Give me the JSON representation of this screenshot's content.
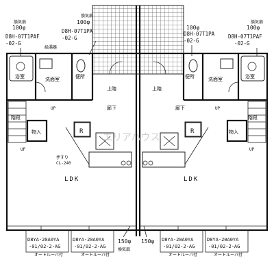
{
  "ducts_top": {
    "left_outer": {
      "size": "100φ",
      "code": "D8H-07T1PAF",
      "sub": "-02-G",
      "note": "換気扇"
    },
    "left_inner": {
      "size": "100φ",
      "code": "D8H-07T1PA",
      "sub": "-02-G",
      "note": "換気扇"
    },
    "left_label": "給湯器",
    "right_inner": {
      "size": "100φ",
      "code": "D8H-07T1PA",
      "sub": "-02-G"
    },
    "right_outer": {
      "size": "100φ",
      "code": "D8H-07T1PAF",
      "sub": "-02-G",
      "note": "換気扇"
    }
  },
  "rooms": {
    "bath": "浴室",
    "wash": "洗面室",
    "toilet": "便所",
    "stairs_upper": "上階",
    "hall": "廊下",
    "stairs": "階段",
    "storage": "物入",
    "ldk": "LDK",
    "up": "UP",
    "fridge": "R",
    "railing": "手すり",
    "railing_code": "CL-240",
    "watermark": "エリアハウス"
  },
  "ducts_bottom": {
    "left_outer": {
      "code": "D8YA-20A0YA",
      "sub": "-01/02-2-AG",
      "note": "オートルーバ付"
    },
    "left_inner": {
      "code": "D8YA-20A0YA",
      "sub": "-01/02-2-AG",
      "note": "オートルーバ付"
    },
    "left_size": "150φ",
    "left_size_note": "換気扇",
    "right_size": "150φ",
    "right_inner": {
      "code": "D8YA-20A0YA",
      "sub": "-01/02-2-AG",
      "note": "オートルーバ付"
    },
    "right_outer": {
      "code": "D8YA-20A0YA",
      "sub": "-01/02-2-AG",
      "note": "オートルーバ付"
    }
  }
}
